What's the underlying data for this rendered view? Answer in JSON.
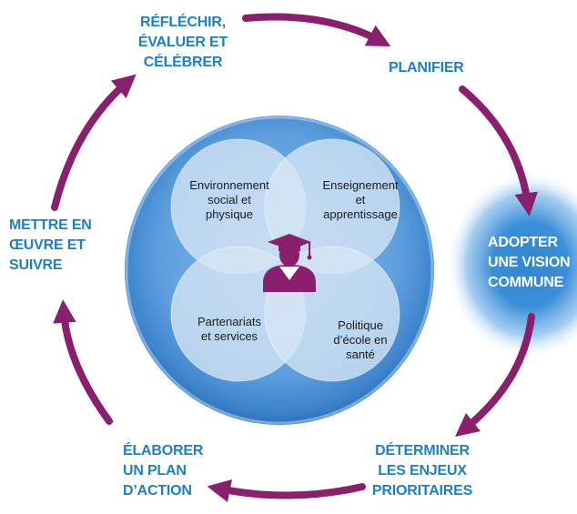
{
  "colors": {
    "arrow": "#8a1f6d",
    "step_text": "#1f7fc4",
    "highlight_text": "#ffffff",
    "center_disc": "#5f9fde",
    "circles": "#d6e5f5",
    "icon": "#8a1f6d"
  },
  "cycle_steps": [
    {
      "id": "reflect",
      "lines": [
        "RÉFLÉCHIR,",
        "ÉVALUER ET",
        "CÉLÉBRER"
      ]
    },
    {
      "id": "plan",
      "lines": [
        "PLANIFIER"
      ]
    },
    {
      "id": "vision",
      "lines": [
        "ADOPTER",
        "UNE VISION",
        "COMMUNE"
      ],
      "highlighted": true
    },
    {
      "id": "priorities",
      "lines": [
        "DÉTERMINER",
        "LES ENJEUX",
        "PRIORITAIRES"
      ]
    },
    {
      "id": "action-plan",
      "lines": [
        "ÉLABORER",
        "UN PLAN",
        "D’ACTION"
      ]
    },
    {
      "id": "implement",
      "lines": [
        "METTRE EN",
        "ŒUVRE ET",
        "SUIVRE"
      ]
    }
  ],
  "domains": [
    {
      "id": "environment",
      "lines": [
        "Environnement",
        "social et",
        "physique"
      ]
    },
    {
      "id": "teaching",
      "lines": [
        "Enseignement",
        "et",
        "apprentissage"
      ]
    },
    {
      "id": "partnerships",
      "lines": [
        "Partenariats",
        "et services"
      ]
    },
    {
      "id": "policy",
      "lines": [
        "Politique",
        "d’école en",
        "santé"
      ]
    }
  ],
  "center_icon": "graduate-student-icon"
}
